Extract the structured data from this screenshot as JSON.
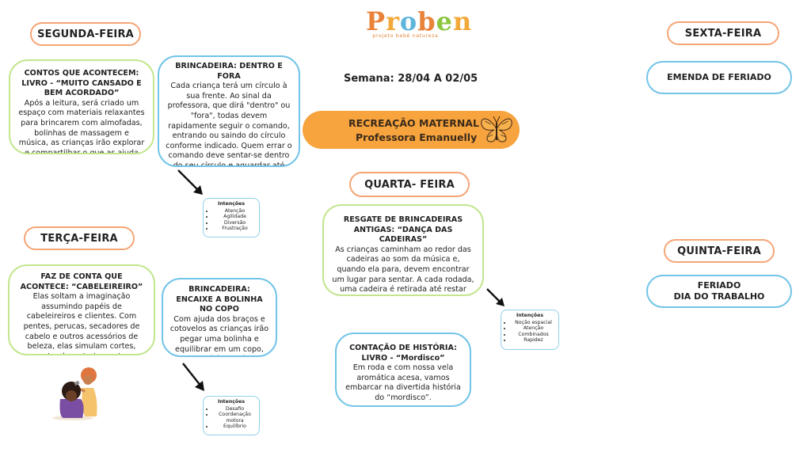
{
  "brand": {
    "logo_letters": [
      "P",
      "r",
      "o",
      "b",
      "e",
      "n"
    ],
    "logo_colors": [
      "#e9833a",
      "#f2a93b",
      "#5fb5dc",
      "#e9833a",
      "#8cc63f",
      "#f2a93b"
    ],
    "tagline": "projeto bebê natureza"
  },
  "week": "Semana: 28/04 A 02/05",
  "banner": {
    "line1": "RECREAÇÃO MATERNAL",
    "line2": "Professora Emanuelly",
    "icon": "butterfly-icon",
    "color": "#f7a33e"
  },
  "days": {
    "segunda": {
      "label": "SEGUNDA-FEIRA",
      "story": {
        "title": "CONTOS QUE ACONTECEM: LIVRO - “MUITO CANSADO E BEM ACORDADO”",
        "body": "Após a leitura, será criado um espaço com materiais relaxantes para brincarem com almofadas, bolinhas de massagem e música, as crianças irão explorar e compartilhar o que as ajuda relaxar."
      },
      "game": {
        "title": "BRINCADEIRA: DENTRO E FORA",
        "body": "Cada criança terá um círculo à sua frente. Ao sinal da professora, que dirá \"dentro\" ou \"fora\", todas devem rapidamente seguir o comando, entrando ou saindo do círculo conforme indicado. Quem errar o comando deve sentar-se dentro do seu círculo e aguardar até que reste apenas uma criança jogando."
      },
      "intentions": {
        "title": "Intenções",
        "items": [
          "Atenção",
          "Agilidade",
          "Diversão",
          "Frustração"
        ]
      }
    },
    "terca": {
      "label": "TERÇA-FEIRA",
      "story": {
        "title": "FAZ DE CONTA QUE ACONTECE: “CABELEIREIRO”",
        "body": "Elas soltam a imaginação assumindo papéis de cabeleireiros e clientes. Com pentes, perucas, secadores de cabelo e outros acessórios de beleza, elas simulam cortes, penteados e tratamentos capilares."
      },
      "game": {
        "title": "BRINCADEIRA:  ENCAIXE A BOLINHA NO COPO",
        "body": "Com ajuda dos braços e cotovelos as crianças irão pegar uma bolinha e equilibrar em um copo, sem deixar cair."
      },
      "intentions": {
        "title": "Intenções",
        "items": [
          "Desafio",
          "Coordenação motora",
          "Equilíbrio"
        ]
      }
    },
    "quarta": {
      "label": "QUARTA- FEIRA",
      "game": {
        "title": "RESGATE DE BRINCADEIRAS ANTIGAS: “DANÇA DAS CADEIRAS”",
        "body": "As crianças caminham ao redor das cadeiras ao som da música e, quando ela para, devem encontrar um lugar para sentar. A cada rodada, uma cadeira é retirada até restar apenas um vencedor."
      },
      "story": {
        "title": "CONTAÇÃO DE HISTÓRIA: LIVRO - “Mordisco”",
        "body": "Em roda e com nossa vela aromática acesa, vamos embarcar na divertida história do “mordisco”."
      },
      "intentions": {
        "title": "Intenções",
        "items": [
          "Noção espacial",
          "Atenção",
          "Combinados",
          "Rapidez"
        ]
      }
    },
    "quinta": {
      "label": "QUINTA-FEIRA",
      "note_line1": "FERIADO",
      "note_line2": "DIA DO TRABALHO"
    },
    "sexta": {
      "label": "SEXTA-FEIRA",
      "note": "EMENDA DE FERIADO"
    }
  },
  "colors": {
    "day_border": "#f5a575",
    "green_border": "#c3e68f",
    "blue_border": "#72c4e8"
  }
}
